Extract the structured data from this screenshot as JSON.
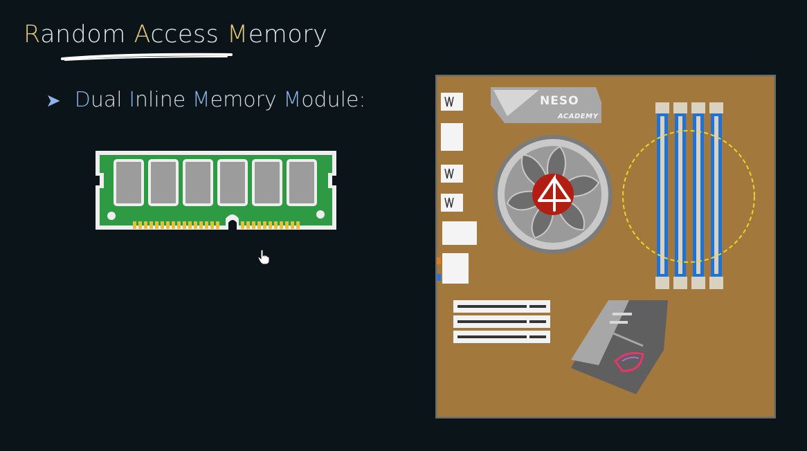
{
  "title": {
    "parts": [
      {
        "cap": "R",
        "rest": "andom "
      },
      {
        "cap": "A",
        "rest": "ccess "
      },
      {
        "cap": "M",
        "rest": "emory"
      }
    ]
  },
  "bullet": {
    "parts": [
      {
        "cap": "D",
        "rest": "ual "
      },
      {
        "cap": "I",
        "rest": "nline "
      },
      {
        "cap": "M",
        "rest": "emory "
      },
      {
        "cap": "M",
        "rest": "odule:"
      }
    ]
  },
  "motherboard": {
    "brand_name": "NESO",
    "brand_sub": "ACADEMY"
  },
  "colors": {
    "accent_title": "#e7c87a",
    "accent_bullet": "#8fb3e8",
    "pcb_green": "#2e9a43",
    "board_brown": "#a2783d",
    "ram_slot_blue": "#1f73d6",
    "highlight_circle": "#f2d22a"
  },
  "icons": {
    "bullet": "arrowhead-right-icon",
    "cursor": "hand-pointer-icon"
  }
}
